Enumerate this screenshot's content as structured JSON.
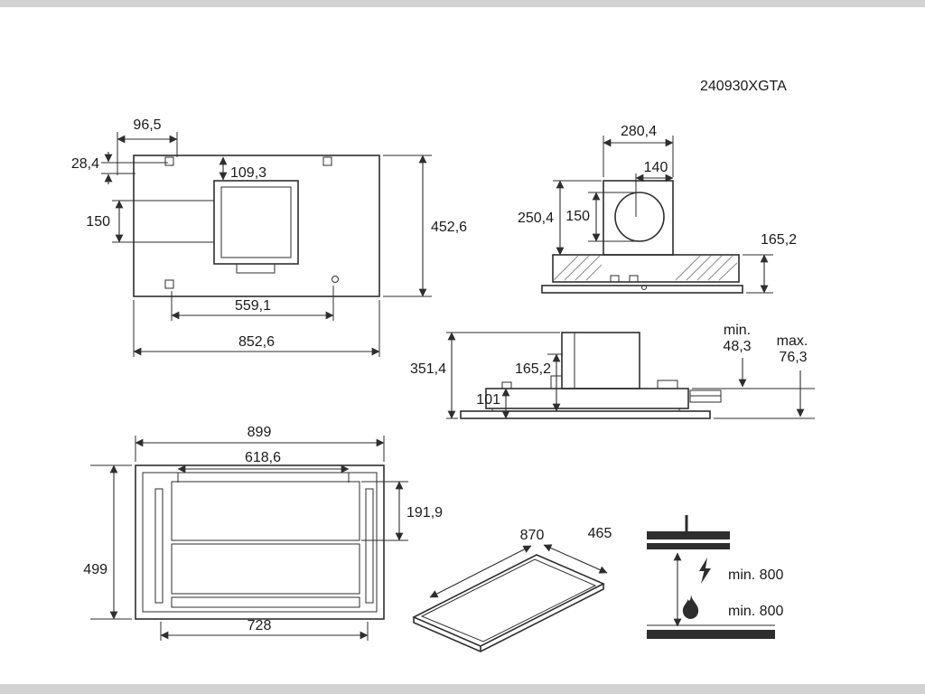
{
  "model_number": "240930XGTA",
  "top_view": {
    "hole_offset_x": "96,5",
    "hole_offset_y": "28,4",
    "duct_offset": "109,3",
    "outlet_height": "150",
    "depth": "452,6",
    "hole_spacing": "559,1",
    "width": "852,6"
  },
  "front_view": {
    "chimney_width": "280,4",
    "duct_diameter": "140",
    "chimney_height": "250,4",
    "duct_center_height": "150",
    "body_height": "165,2"
  },
  "side_view": {
    "total_height": "351,4",
    "body_height": "165,2",
    "visible_height": "101",
    "min_label": "min.",
    "min_value": "48,3",
    "max_label": "max.",
    "max_value": "76,3"
  },
  "bottom_view": {
    "width": "899",
    "filter_width": "618,6",
    "filter_depth": "191,9",
    "depth": "499",
    "inner_width": "728"
  },
  "panel_view": {
    "width": "870",
    "depth": "465"
  },
  "clearance": {
    "electric_min": "min. 800",
    "gas_min": "min. 800"
  }
}
